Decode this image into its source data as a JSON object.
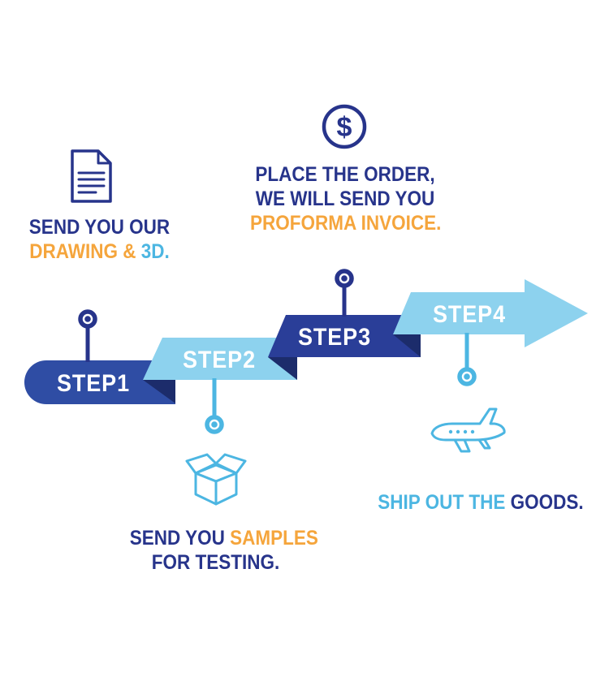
{
  "palette": {
    "navy": "#27348b",
    "navy-deep": "#1c2c6b",
    "banner-navy-1": "#2f4da4",
    "banner-navy-3": "#2a3e98",
    "banner-cyan": "#8dd2ee",
    "cyan": "#4cb6e2",
    "orange": "#f5a53c",
    "white": "#ffffff",
    "background": "#ffffff"
  },
  "steps": [
    {
      "label": "STEP1",
      "icon": "document-icon",
      "caption_lines": [
        [
          {
            "text": "SEND YOU OUR",
            "color": "navy"
          }
        ],
        [
          {
            "text": "DRAWING & ",
            "color": "orange"
          },
          {
            "text": "3D.",
            "color": "cyan"
          }
        ]
      ]
    },
    {
      "label": "STEP2",
      "icon": "box-icon",
      "caption_lines": [
        [
          {
            "text": "SEND YOU ",
            "color": "navy"
          },
          {
            "text": "SAMPLES",
            "color": "orange"
          }
        ],
        [
          {
            "text": "FOR TESTING.",
            "color": "navy"
          }
        ]
      ]
    },
    {
      "label": "STEP3",
      "icon": "dollar-icon",
      "caption_lines": [
        [
          {
            "text": "PLACE THE ORDER,",
            "color": "navy"
          }
        ],
        [
          {
            "text": "WE WILL SEND YOU",
            "color": "navy"
          }
        ],
        [
          {
            "text": "PROFORMA INVOICE.",
            "color": "orange"
          }
        ]
      ]
    },
    {
      "label": "STEP4",
      "icon": "plane-icon",
      "caption_lines": [
        [
          {
            "text": "SHIP OUT THE ",
            "color": "cyan"
          },
          {
            "text": "GOODS.",
            "color": "navy"
          }
        ]
      ]
    }
  ],
  "icons": {
    "dollar_glyph": "$"
  }
}
